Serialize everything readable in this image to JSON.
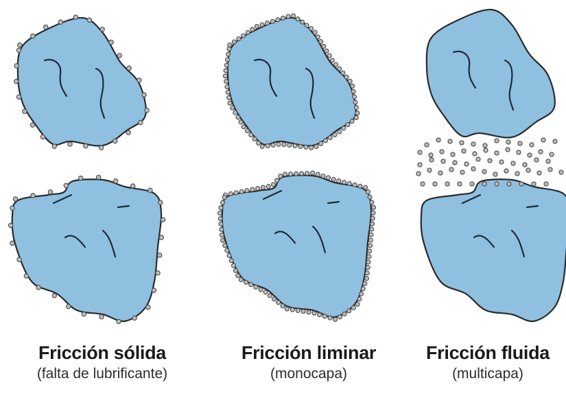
{
  "panels": [
    {
      "title": "Fricción sólida",
      "subtitle": "(falta de lubrificante)"
    },
    {
      "title": "Fricción liminar",
      "subtitle": "(monocapa)"
    },
    {
      "title": "Fricción fluida",
      "subtitle": "(multicapa)"
    }
  ],
  "colors": {
    "solid": "#8fc0e0",
    "outline": "#2a2a2a",
    "lubricant_molecule": "#bdbdbd",
    "background": "#ffffff"
  }
}
